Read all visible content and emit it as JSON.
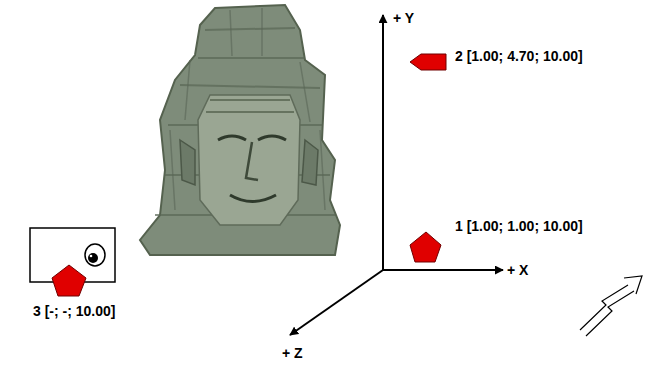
{
  "diagram": {
    "labels": [
      "+ Y",
      "2 [1.00; 4.70; 10.00]",
      "1 [1.00; 1.00; 10.00]",
      "+ X",
      "+ Z",
      "3 [-; -; 10.00]"
    ]
  }
}
